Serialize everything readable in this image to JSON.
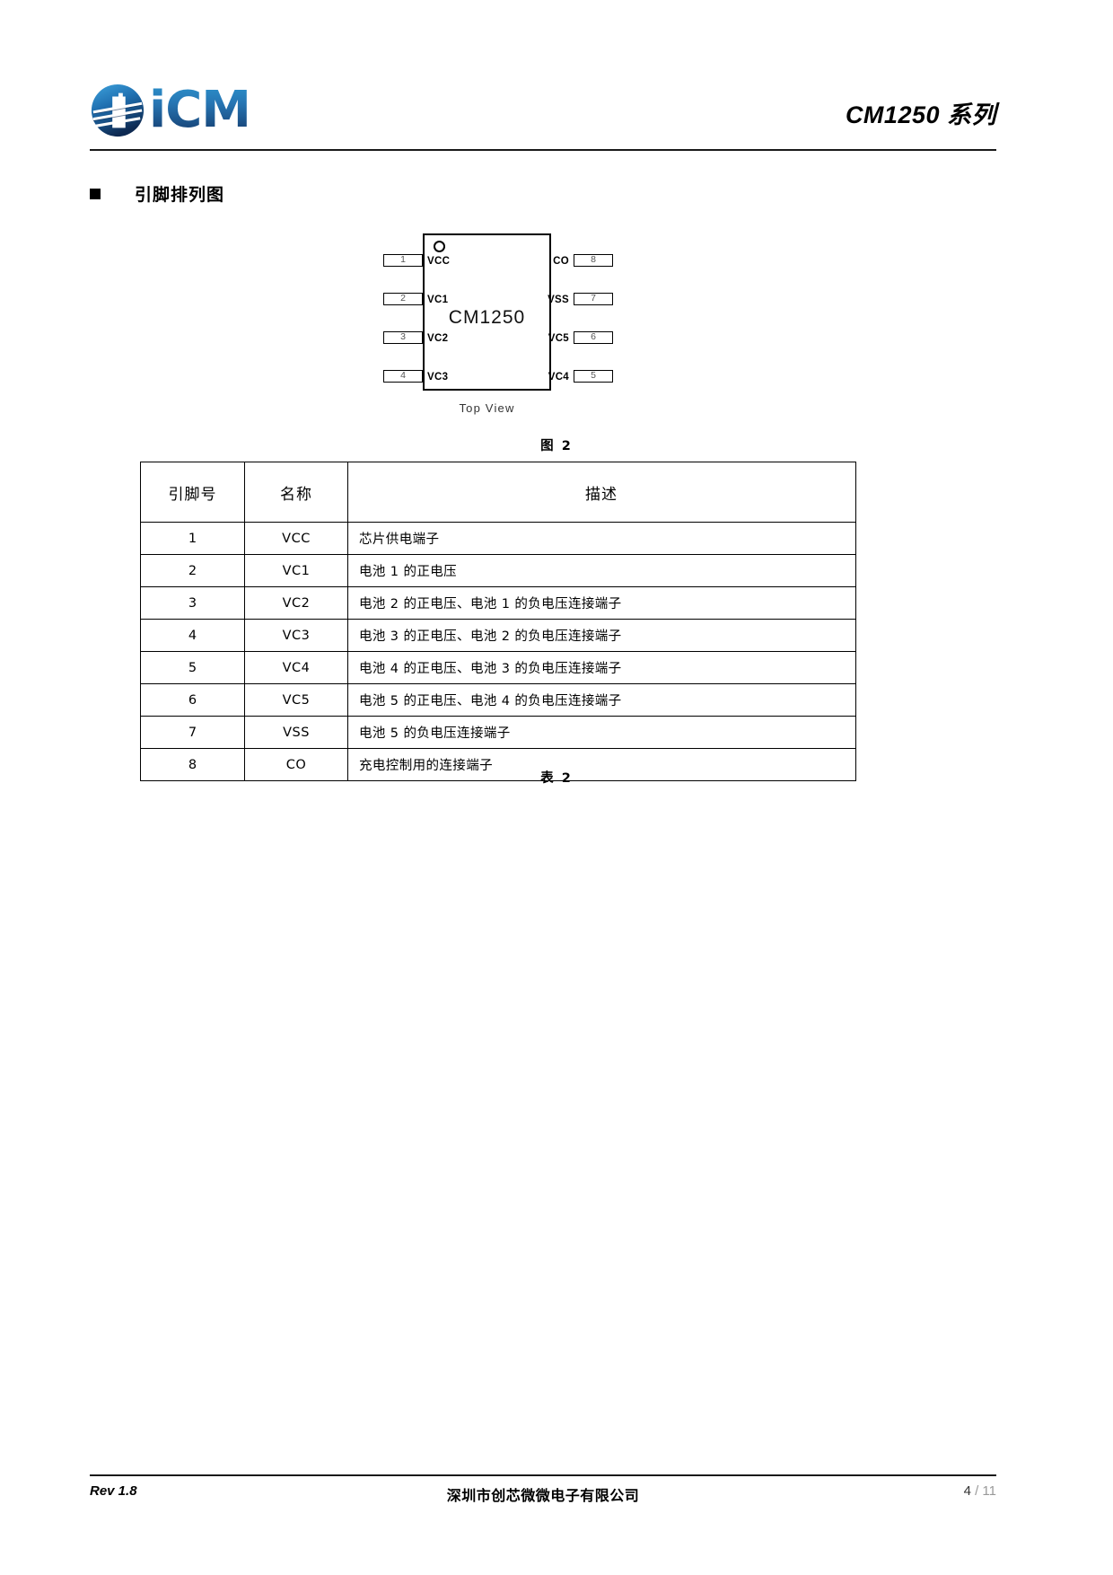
{
  "header": {
    "logo_icon": "icm-globe-logo",
    "logo_text": "iCM",
    "title": "CM1250 系列"
  },
  "section": {
    "bullet_icon": "square-bullet-icon",
    "heading": "引脚排列图"
  },
  "diagram": {
    "chip_label": "CM1250",
    "pin1_marker_icon": "pin1-circle-icon",
    "view_label": "Top View",
    "left_pins": [
      {
        "number": "1",
        "name": "VCC"
      },
      {
        "number": "2",
        "name": "VC1"
      },
      {
        "number": "3",
        "name": "VC2"
      },
      {
        "number": "4",
        "name": "VC3"
      }
    ],
    "right_pins": [
      {
        "number": "8",
        "name": "CO"
      },
      {
        "number": "7",
        "name": "VSS"
      },
      {
        "number": "6",
        "name": "VC5"
      },
      {
        "number": "5",
        "name": "VC4"
      }
    ],
    "caption": "图 2"
  },
  "table": {
    "caption": "表 2",
    "headers": [
      "引脚号",
      "名称",
      "描述"
    ],
    "rows": [
      {
        "no": "1",
        "name": "VCC",
        "desc": "芯片供电端子"
      },
      {
        "no": "2",
        "name": "VC1",
        "desc": "电池 1 的正电压"
      },
      {
        "no": "3",
        "name": "VC2",
        "desc": "电池 2 的正电压、电池 1 的负电压连接端子"
      },
      {
        "no": "4",
        "name": "VC3",
        "desc": "电池 3 的正电压、电池 2 的负电压连接端子"
      },
      {
        "no": "5",
        "name": "VC4",
        "desc": "电池 4 的正电压、电池 3 的负电压连接端子"
      },
      {
        "no": "6",
        "name": "VC5",
        "desc": "电池 5 的正电压、电池 4 的负电压连接端子"
      },
      {
        "no": "7",
        "name": "VSS",
        "desc": "电池 5 的负电压连接端子"
      },
      {
        "no": "8",
        "name": "CO",
        "desc": "充电控制用的连接端子"
      }
    ]
  },
  "footer": {
    "revision": "Rev 1.8",
    "company": "深圳市创芯微微电子有限公司",
    "page_current": "4",
    "page_separator": " / ",
    "page_total": "11"
  }
}
